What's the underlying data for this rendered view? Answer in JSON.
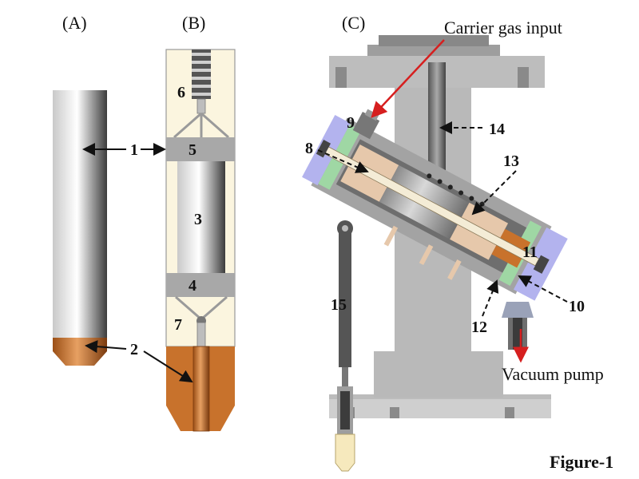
{
  "panels": {
    "a": "(A)",
    "b": "(B)",
    "c": "(C)"
  },
  "callouts": {
    "n1": "1",
    "n2": "2",
    "n3": "3",
    "n4": "4",
    "n5": "5",
    "n6": "6",
    "n7": "7",
    "n8": "8",
    "n9": "9",
    "n10": "10",
    "n11": "11",
    "n12": "12",
    "n13": "13",
    "n14": "14",
    "n15": "15"
  },
  "labels": {
    "carrier_gas": "Carrier gas input",
    "vacuum_pump": "Vacuum pump"
  },
  "caption": "Figure-1",
  "colors": {
    "copper": "#c8722c",
    "cream": "#fbf5df",
    "steel": "#a8a8a8",
    "lavender": "#b3b3ee",
    "mint": "#9fd7a4",
    "arrow_red": "#d61f1f"
  }
}
